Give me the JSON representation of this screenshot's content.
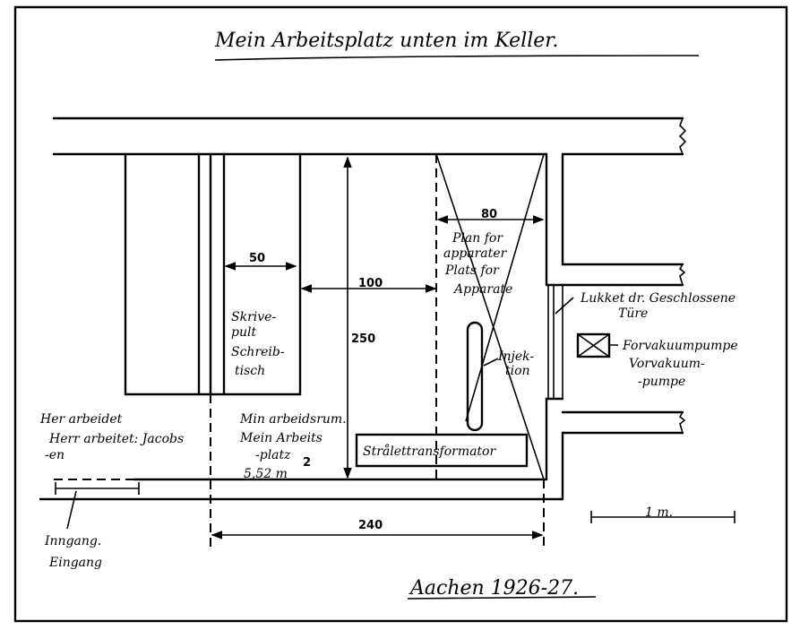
{
  "title": "Mein Arbeitsplatz unten im Keller.",
  "dimensions": {
    "desk_width": "50",
    "desk_to_apparatus": "100",
    "room_depth": "250",
    "apparatus_width": "80",
    "room_width": "240",
    "scale": "1 m."
  },
  "labels": {
    "apparatus_place": [
      "Plan for",
      "apparater",
      "Plats for",
      "Apparate"
    ],
    "desk": [
      "Skrive-",
      "pult",
      "Schreib-",
      "tisch"
    ],
    "injection": [
      "Injek-",
      "tion"
    ],
    "closed_door": [
      "Lukket dr. Geschlossene",
      "Türe"
    ],
    "fore_vacuum_pump": [
      "Forvakuumpumpe",
      "Vorvakuum-",
      "-pumpe"
    ],
    "jacobsen_area": [
      "Her arbeidet",
      "Herr arbeitet: Jacobs",
      "-en"
    ],
    "my_room": [
      "Min arbeidsrum.",
      "Mein Arbeits",
      "-platz",
      "5,52 m",
      "2"
    ],
    "transformer": "Strålettransformator",
    "entrance": [
      "Inngang.",
      "Eingang"
    ]
  },
  "footer": "Aachen 1926-27."
}
